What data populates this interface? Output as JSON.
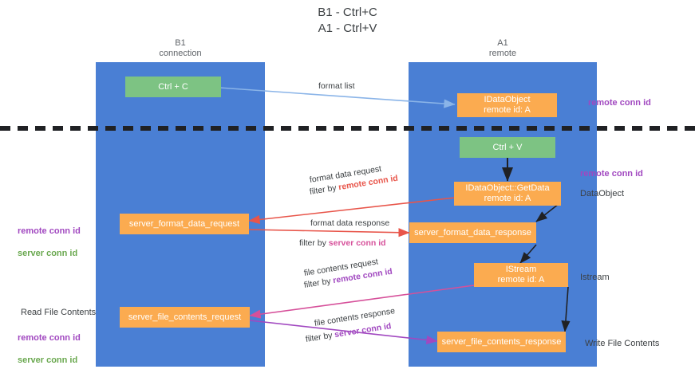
{
  "title": "B1 - Ctrl+C\nA1 - Ctrl+V",
  "lanes": [
    {
      "id": "b1",
      "name": "B1",
      "sub": "connection",
      "label": "B1\nconnection",
      "color": "#4a7fd4"
    },
    {
      "id": "a1",
      "name": "A1",
      "sub": "remote",
      "label": "A1\nremote",
      "color": "#4a7fd4"
    }
  ],
  "colors": {
    "lane_blue": "#4a7fd4",
    "node_green": "#7dc383",
    "node_orange": "#fbab50",
    "divider_black": "#202124",
    "accent_purple": "#a148c0",
    "accent_green": "#6aa84f",
    "accent_red": "#e8554a",
    "accent_pink": "#d6509a",
    "accent_lightblue": "#8ab4e8"
  },
  "nodes": [
    {
      "id": "ctrl-c",
      "style": "green",
      "text": "Ctrl + C"
    },
    {
      "id": "idataobject",
      "style": "orange",
      "text": "IDataObject\nremote id: A"
    },
    {
      "id": "ctrl-v",
      "style": "green",
      "text": "Ctrl + V"
    },
    {
      "id": "idataobject-getdata",
      "style": "orange",
      "text": "IDataObject::GetData\nremote id: A"
    },
    {
      "id": "server-format-data-request",
      "style": "orange",
      "text": "server_format_data_request"
    },
    {
      "id": "server-format-data-response",
      "style": "orange",
      "text": "server_format_data_response"
    },
    {
      "id": "istream",
      "style": "orange",
      "text": "IStream\nremote id: A"
    },
    {
      "id": "server-file-contents-request",
      "style": "orange",
      "text": "server_file_contents_request"
    },
    {
      "id": "server-file-contents-response",
      "style": "orange",
      "text": "server_file_contents_response"
    }
  ],
  "edge_labels": {
    "format_list": "format list",
    "format_data_request": "format data request",
    "format_data_request_filter_prefix": "filter by ",
    "format_data_request_filter_key": "remote conn id",
    "format_data_response": "format data response",
    "format_data_response_filter_prefix": "filter by ",
    "format_data_response_filter_key": "server conn id",
    "file_contents_request": "file contents request",
    "file_contents_request_filter_prefix": "filter by ",
    "file_contents_request_filter_key": "remote conn id",
    "file_contents_response": "file contents response",
    "file_contents_response_filter_prefix": "filter by ",
    "file_contents_response_filter_key": "server conn id"
  },
  "annotations": {
    "right_remote_conn_id_top": "remote conn id",
    "right_remote_conn_id_mid": "remote conn id",
    "right_dataobject": "DataObject",
    "right_istream": "Istream",
    "right_write_file_contents": "Write File Contents",
    "left_read_file_contents": "Read File Contents",
    "left_remote_conn_id_a": "remote conn id",
    "left_server_conn_id_a": "server conn id",
    "left_remote_conn_id_b": "remote conn id",
    "left_server_conn_id_b": "server conn id"
  }
}
